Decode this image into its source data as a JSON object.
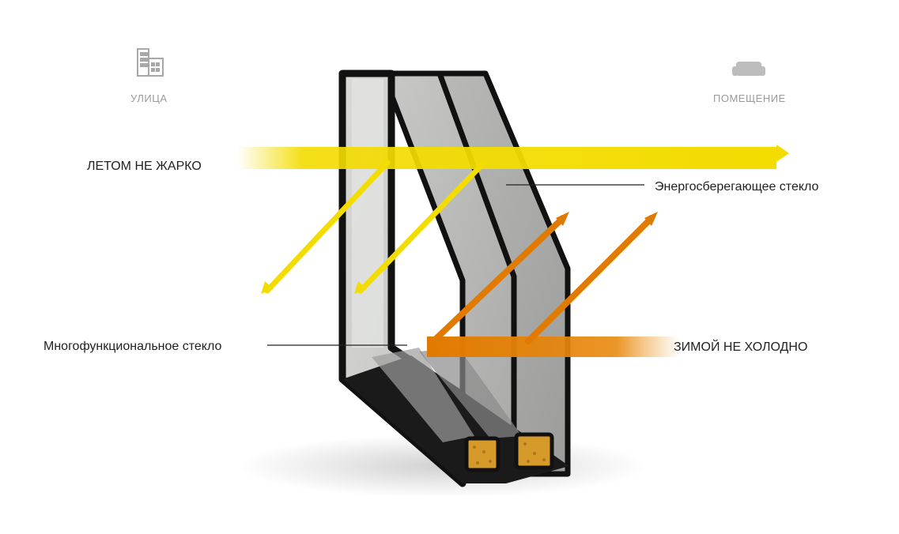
{
  "labels": {
    "outside": "УЛИЦА",
    "inside": "ПОМЕЩЕНИЕ",
    "summer": "ЛЕТОМ НЕ ЖАРКО",
    "winter": "ЗИМОЙ НЕ ХОЛОДНО",
    "energy_glass": "Энергосберегающее стекло",
    "multi_glass": "Многофункциональное стекло"
  },
  "icons": {
    "outside": "buildings-icon",
    "inside": "sofa-icon"
  },
  "colors": {
    "summer_arrow": "#f3dc00",
    "winter_arrow": "#e07a00",
    "frame": "#111111",
    "glass": "#a9aaa8",
    "spacer_fill": "#d69a2a"
  }
}
